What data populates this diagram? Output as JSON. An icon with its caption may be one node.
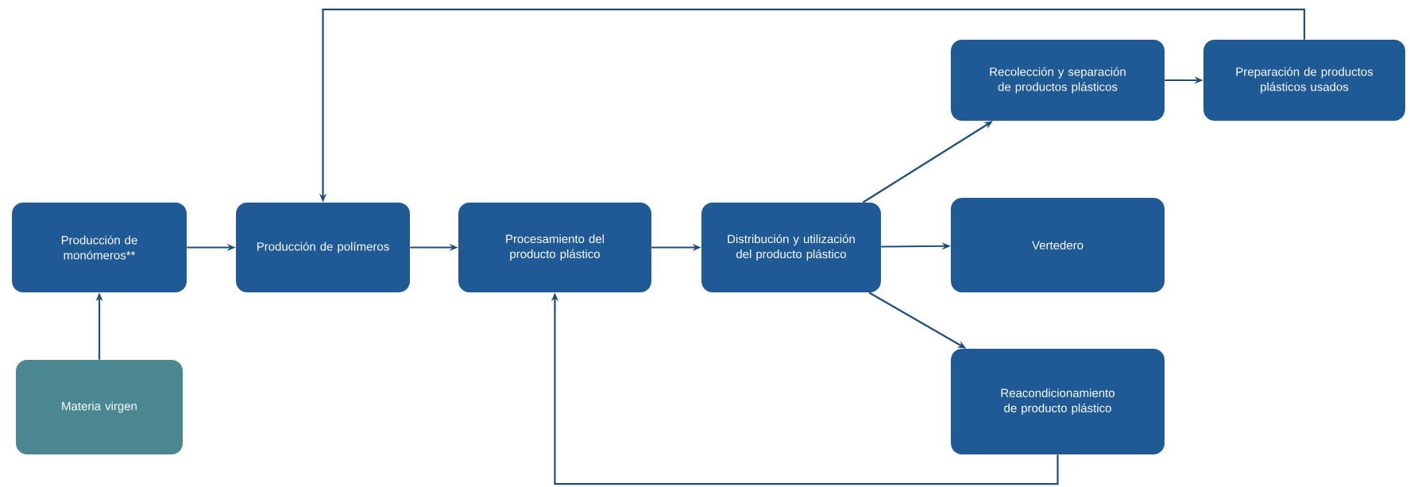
{
  "diagram": {
    "nodes": [
      {
        "text": [
          "Producción de monómeros**"
        ]
      },
      {
        "text": [
          "Producción de polímeros"
        ]
      },
      {
        "text": [
          "Procesamiento del producto plástico"
        ]
      },
      {
        "text": [
          "Distribución y utilización del producto plástico"
        ]
      },
      {
        "text": [
          "Recolección y separación de productos plásticos"
        ]
      },
      {
        "text": [
          "Preparación de productos plásticos usados"
        ]
      },
      {
        "text": [
          "Vertedero"
        ]
      },
      {
        "text": [
          "Reacondicionamiento de producto plástico"
        ]
      },
      {
        "text": [
          "Materia virgen"
        ]
      }
    ],
    "edges": [
      {
        "from": 8,
        "to": 0,
        "arrow": "to"
      },
      {
        "from": 0,
        "to": 1,
        "arrow": "to"
      },
      {
        "from": 1,
        "to": 2,
        "arrow": "to"
      },
      {
        "from": 2,
        "to": 3,
        "arrow": "to"
      },
      {
        "from": 3,
        "to": 4,
        "arrow": "to"
      },
      {
        "from": 3,
        "to": 6,
        "arrow": "to"
      },
      {
        "from": 3,
        "to": 7,
        "arrow": "to"
      },
      {
        "from": 4,
        "to": 5,
        "arrow": "to"
      },
      {
        "from": 5,
        "to": 1,
        "arrow": "to"
      },
      {
        "from": 7,
        "to": 2,
        "arrow": "to"
      }
    ]
  }
}
